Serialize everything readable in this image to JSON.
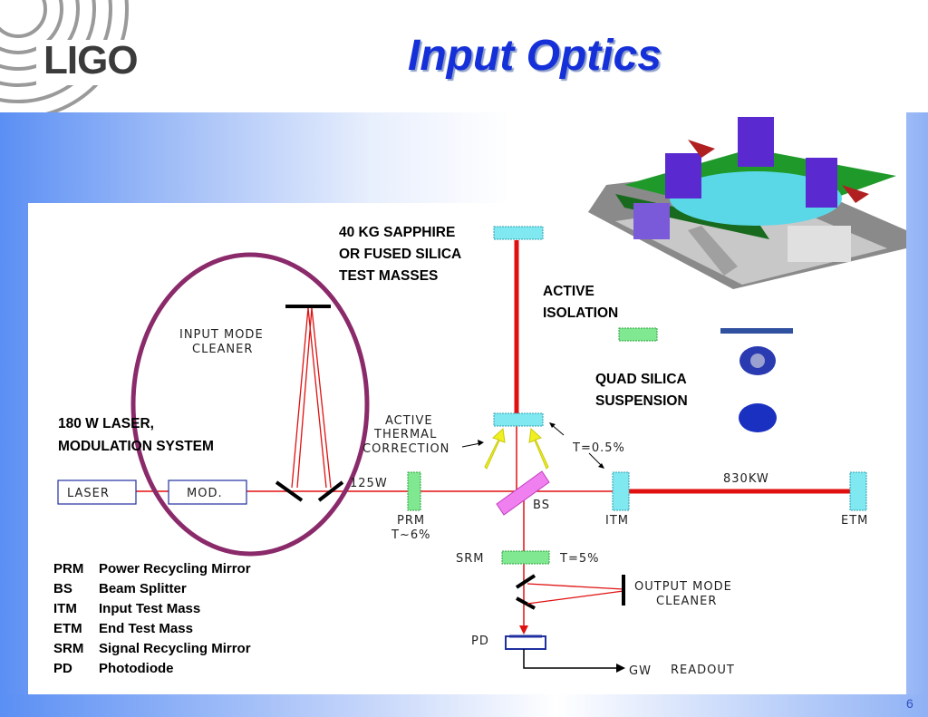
{
  "logo": {
    "text": "LIGO"
  },
  "title": "Input Optics",
  "page_number": "6",
  "labels": {
    "test_masses": [
      "40 KG SAPPHIRE",
      "OR FUSED SILICA",
      "TEST MASSES"
    ],
    "active_isolation": [
      "ACTIVE",
      "ISOLATION"
    ],
    "quad_suspension": [
      "QUAD SILICA",
      "SUSPENSION"
    ],
    "laser_system": [
      "180 W LASER,",
      "MODULATION SYSTEM"
    ],
    "input_mode_cleaner": [
      "INPUT  MODE",
      "CLEANER"
    ],
    "active_thermal": [
      "ACTIVE",
      "THERMAL",
      "CORRECTION"
    ],
    "laser_box": "LASER",
    "mod_box": "MOD.",
    "power_125w": "125W",
    "prm": "PRM",
    "prm_t": "T~6%",
    "bs": "BS",
    "itm": "ITM",
    "etm": "ETM",
    "itm_t": "T=0.5%",
    "arm_power": "830KW",
    "srm": "SRM",
    "srm_t": "T=5%",
    "output_mode_cleaner": [
      "OUTPUT  MODE",
      "CLEANER"
    ],
    "pd": "PD",
    "gw": "GW",
    "readout": "READOUT"
  },
  "legend": [
    {
      "abbr": "PRM",
      "desc": "Power Recycling Mirror"
    },
    {
      "abbr": "BS",
      "desc": "Beam Splitter"
    },
    {
      "abbr": "ITM",
      "desc": "Input Test Mass"
    },
    {
      "abbr": "ETM",
      "desc": "End Test Mass"
    },
    {
      "abbr": "SRM",
      "desc": "Signal Recycling Mirror"
    },
    {
      "abbr": "PD",
      "desc": "Photodiode"
    }
  ],
  "colors": {
    "title": "#1530d8",
    "beam": "#e01010",
    "mirror_cyan": "#7fe8f0",
    "mirror_green": "#7fe890",
    "bs_pink": "#f080f0",
    "circle": "#8a2a6a",
    "arrow_yellow": "#f0f020"
  }
}
